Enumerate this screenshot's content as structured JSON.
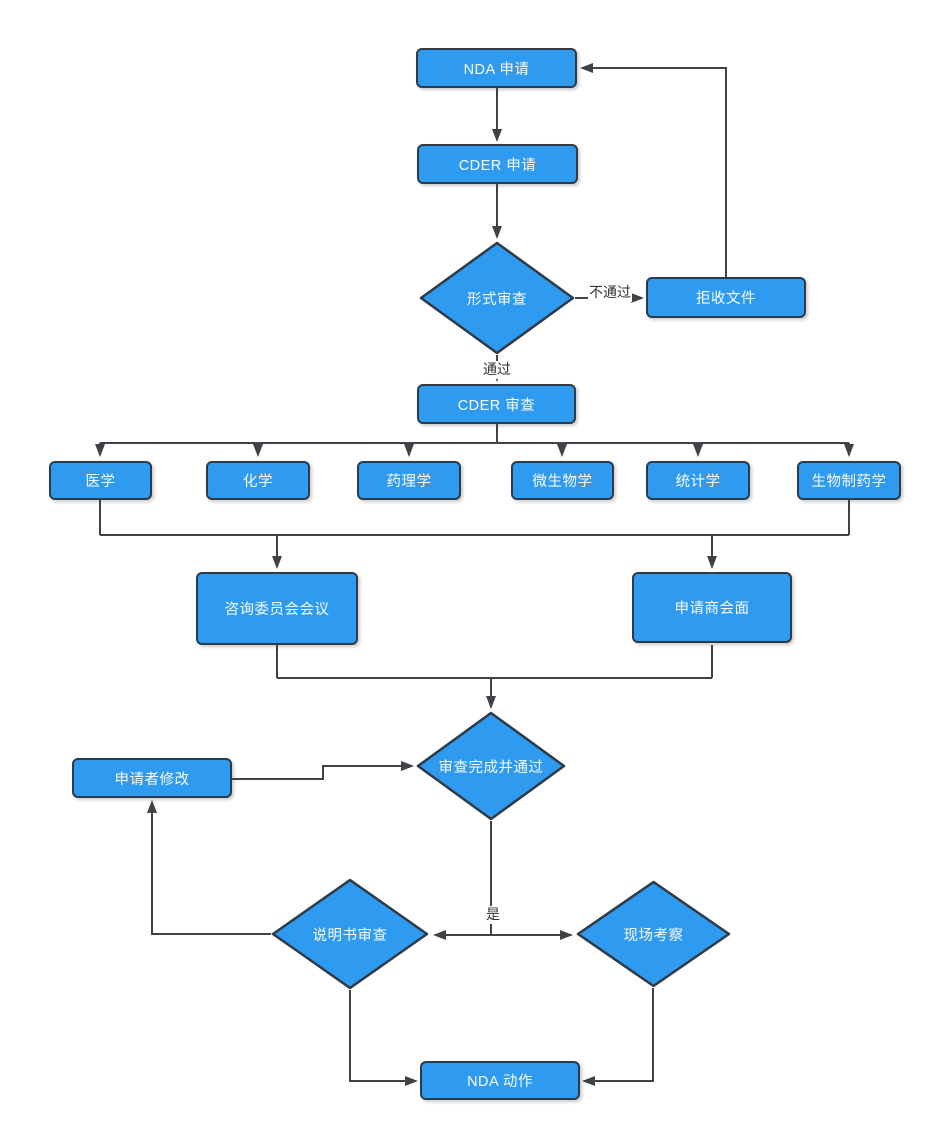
{
  "diagram_type": "flowchart",
  "language": "zh-CN",
  "nodes": {
    "nda_application": {
      "label": "NDA 申请",
      "shape": "rect"
    },
    "cder_application": {
      "label": "CDER 申请",
      "shape": "rect"
    },
    "formal_review": {
      "label": "形式审查",
      "shape": "diamond"
    },
    "reject_documents": {
      "label": "拒收文件",
      "shape": "rect"
    },
    "cder_review": {
      "label": "CDER 审查",
      "shape": "rect"
    },
    "medicine": {
      "label": "医学",
      "shape": "rect"
    },
    "chemistry": {
      "label": "化学",
      "shape": "rect"
    },
    "pharmacology": {
      "label": "药理学",
      "shape": "rect"
    },
    "microbiology": {
      "label": "微生物学",
      "shape": "rect"
    },
    "statistics": {
      "label": "统计学",
      "shape": "rect"
    },
    "biopharmaceutics": {
      "label": "生物制药学",
      "shape": "rect"
    },
    "advisory_committee": {
      "label": "咨询委员会会议",
      "shape": "rect"
    },
    "applicant_meeting": {
      "label": "申请商会面",
      "shape": "rect"
    },
    "review_complete": {
      "label": "审查完成并通过",
      "shape": "diamond"
    },
    "applicant_modification": {
      "label": "申请者修改",
      "shape": "rect"
    },
    "label_review": {
      "label": "说明书审查",
      "shape": "diamond"
    },
    "site_inspection": {
      "label": "现场考察",
      "shape": "diamond"
    },
    "nda_action": {
      "label": "NDA 动作",
      "shape": "rect"
    }
  },
  "edge_labels": {
    "not_pass": "不通过",
    "pass": "通过",
    "yes": "是"
  },
  "edges": [
    {
      "from": "nda_application",
      "to": "cder_application"
    },
    {
      "from": "cder_application",
      "to": "formal_review"
    },
    {
      "from": "formal_review",
      "to": "reject_documents",
      "label": "不通过"
    },
    {
      "from": "reject_documents",
      "to": "nda_application"
    },
    {
      "from": "formal_review",
      "to": "cder_review",
      "label": "通过"
    },
    {
      "from": "cder_review",
      "to": "medicine"
    },
    {
      "from": "cder_review",
      "to": "chemistry"
    },
    {
      "from": "cder_review",
      "to": "pharmacology"
    },
    {
      "from": "cder_review",
      "to": "microbiology"
    },
    {
      "from": "cder_review",
      "to": "statistics"
    },
    {
      "from": "cder_review",
      "to": "biopharmaceutics"
    },
    {
      "from": "review_disciplines",
      "to": "advisory_committee"
    },
    {
      "from": "review_disciplines",
      "to": "applicant_meeting"
    },
    {
      "from": "advisory_committee",
      "to": "review_complete"
    },
    {
      "from": "applicant_meeting",
      "to": "review_complete"
    },
    {
      "from": "review_complete",
      "to": "label_review",
      "label": "是"
    },
    {
      "from": "review_complete",
      "to": "site_inspection",
      "label": "是"
    },
    {
      "from": "applicant_modification",
      "to": "review_complete"
    },
    {
      "from": "label_review",
      "to": "applicant_modification"
    },
    {
      "from": "label_review",
      "to": "nda_action"
    },
    {
      "from": "site_inspection",
      "to": "nda_action"
    }
  ],
  "colors": {
    "node_fill": "#2E9BF0",
    "node_border": "#2E3A46",
    "connector": "#3F4347",
    "node_text": "#FAFBFC",
    "edge_label_text": "#333333",
    "background": "#FFFFFF"
  }
}
